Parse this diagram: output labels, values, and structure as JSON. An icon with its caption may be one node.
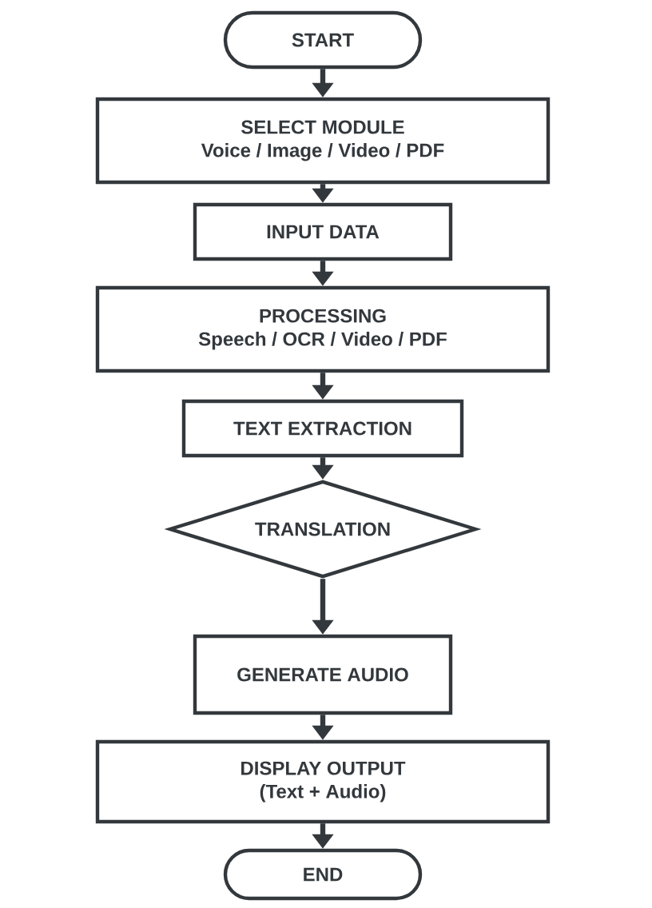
{
  "diagram": {
    "nodes": [
      {
        "text": [
          "START"
        ]
      },
      {
        "text": [
          "SELECT MODULE",
          "Voice / Image / Video / PDF"
        ]
      },
      {
        "text": [
          "INPUT DATA"
        ]
      },
      {
        "text": [
          "PROCESSING",
          "Speech / OCR / Video / PDF"
        ]
      },
      {
        "text": [
          "TEXT EXTRACTION"
        ]
      },
      {
        "text": [
          "TRANSLATION"
        ]
      },
      {
        "text": [
          "GENERATE AUDIO"
        ]
      },
      {
        "text": [
          "DISPLAY OUTPUT",
          "(Text + Audio)"
        ]
      },
      {
        "text": [
          "END"
        ]
      }
    ],
    "edges": [
      {
        "from": 0,
        "to": 1,
        "arrow": "to"
      },
      {
        "from": 1,
        "to": 2,
        "arrow": "to"
      },
      {
        "from": 2,
        "to": 3,
        "arrow": "to"
      },
      {
        "from": 3,
        "to": 4,
        "arrow": "to"
      },
      {
        "from": 4,
        "to": 5,
        "arrow": "to"
      },
      {
        "from": 5,
        "to": 6,
        "arrow": "to"
      },
      {
        "from": 6,
        "to": 7,
        "arrow": "to"
      },
      {
        "from": 7,
        "to": 8,
        "arrow": "to"
      }
    ]
  }
}
